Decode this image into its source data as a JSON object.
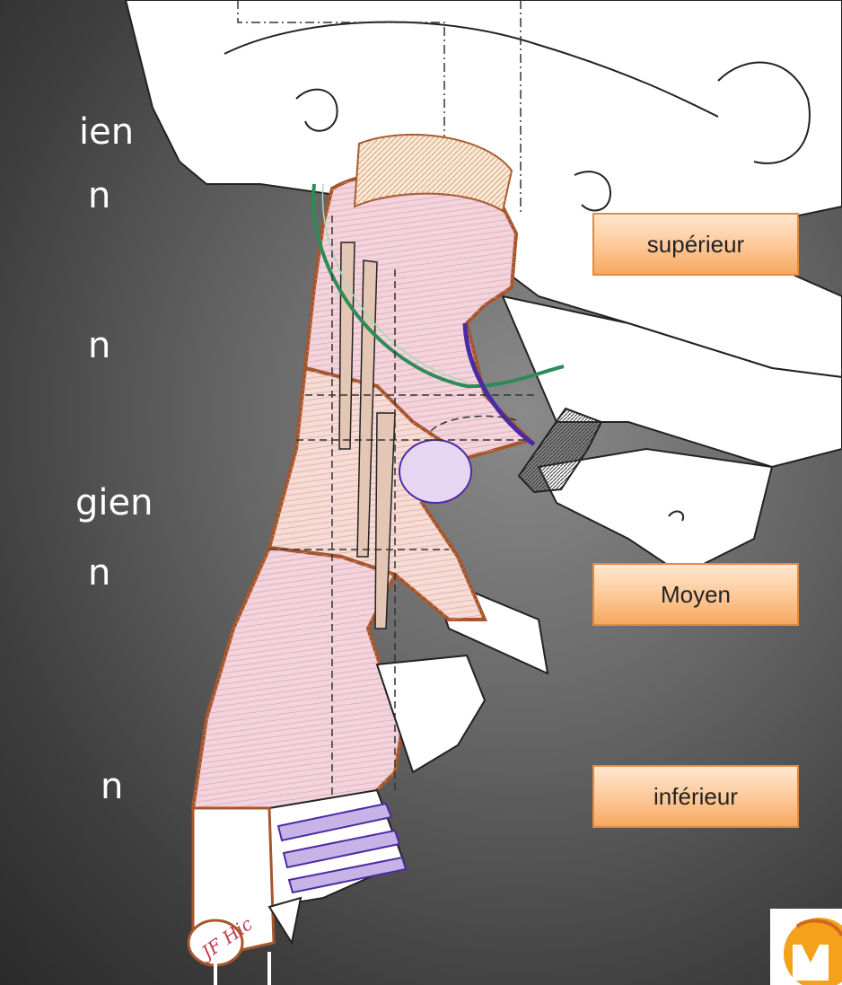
{
  "side_text": [
    "ien",
    "n",
    "n",
    "gien",
    "n",
    "n"
  ],
  "labels": {
    "superior": "supérieur",
    "middle": "Moyen",
    "inferior": "inférieur"
  },
  "signature": "JF Hic",
  "colors": {
    "label_fill_top": "#ffe7cf",
    "label_fill_bottom": "#f7a85f",
    "label_border": "#e58a3a",
    "muscle_fill": "#f3d3dc",
    "muscle_outline": "#a6562b",
    "nerve_green": "#2e8b57",
    "vessel_purple": "#4b2aa6"
  }
}
